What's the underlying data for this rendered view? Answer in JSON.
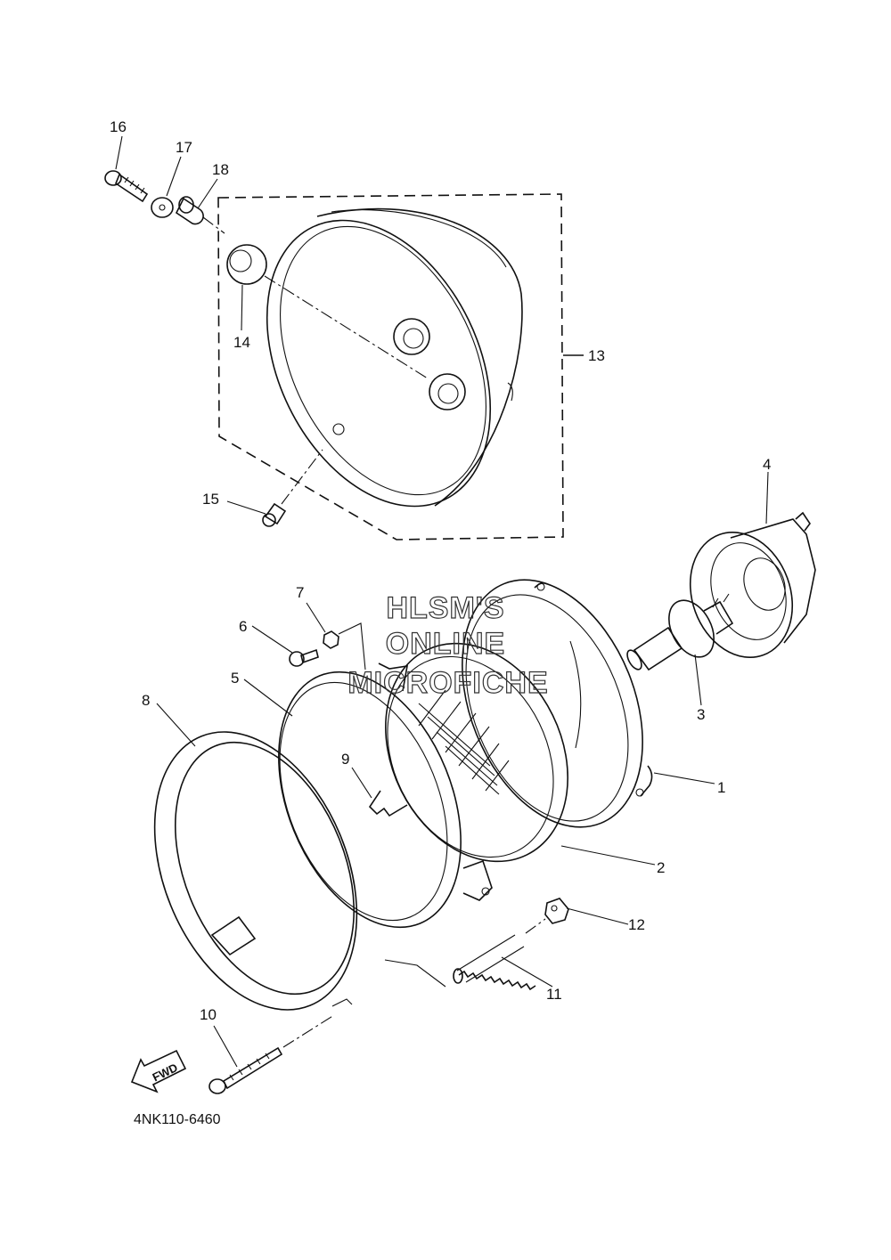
{
  "watermark": {
    "line1": "HLSM'S",
    "line2": "ONLINE",
    "line3": "MICROFICHE"
  },
  "diagram_ref": "4NK110-6460",
  "fwd_label": "FWD",
  "callouts": {
    "c1": "1",
    "c2": "2",
    "c3": "3",
    "c4": "4",
    "c5": "5",
    "c6": "6",
    "c7": "7",
    "c8": "8",
    "c9": "9",
    "c10": "10",
    "c11": "11",
    "c12": "12",
    "c13": "13",
    "c14": "14",
    "c15": "15",
    "c16": "16",
    "c17": "17",
    "c18": "18"
  }
}
